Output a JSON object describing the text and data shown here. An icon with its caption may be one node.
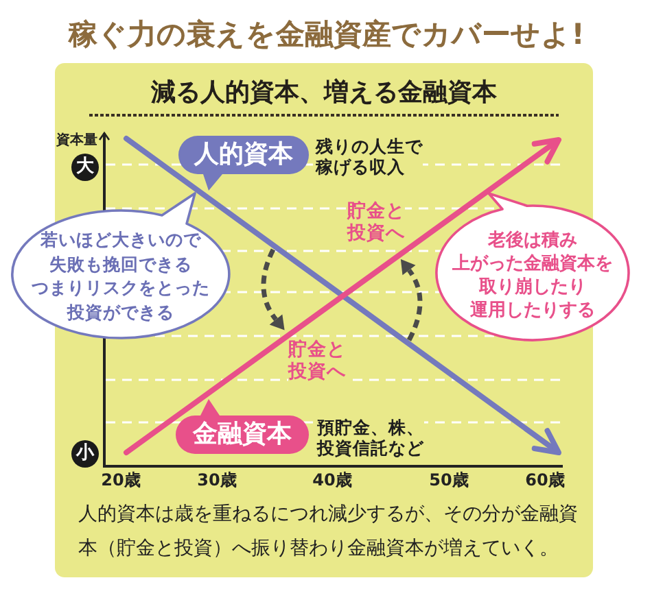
{
  "diagram": {
    "title": "稼ぐ力の衰えを金融資産でカバーせよ!",
    "nodes": [
      {
        "text": [
          "減る人的資本、増える金融資本",
          "人的資本は歳を重ねるにつれ減少するが、その分が金融資本（貯金と投資）へ振り替わり金融資本が増えていく。"
        ]
      },
      {
        "text": [
          "人的資本"
        ],
        "in": 0,
        "beside": [
          "残りの人生で稼げる収入"
        ]
      },
      {
        "text": [
          "若いほど大きいので失敗も挽回できるつまりリスクをとった投資ができる"
        ]
      },
      {
        "text": [
          "老後は積み上がった金融資本を取り崩したり運用したりする"
        ]
      },
      {
        "text": [
          "金融資本"
        ],
        "in": 0,
        "beside": [
          "預貯金、株、投資信託など"
        ]
      }
    ],
    "labels": [
      "資本量",
      "大",
      "貯金と投資へ",
      "貯金と投資へ",
      "小",
      "20歳",
      "30歳",
      "40歳",
      "50歳",
      "60歳"
    ]
  }
}
